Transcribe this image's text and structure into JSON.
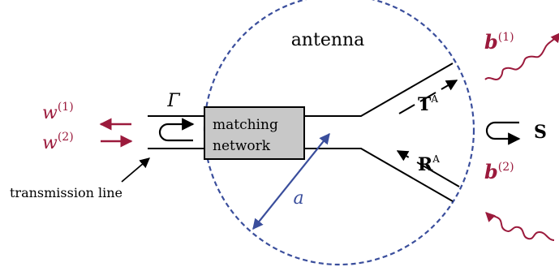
{
  "labels": {
    "antenna": "antenna",
    "gamma": "Γ",
    "matching_line1": "matching",
    "matching_line2": "network",
    "transmission_line": "transmission line",
    "radius": "a",
    "T": "T",
    "T_sup": "A",
    "R": "R",
    "R_sup": "A",
    "S": "S",
    "w1_base": "w",
    "w1_sup": "(1)",
    "w2_base": "w",
    "w2_sup": "(2)",
    "b1_base": "b",
    "b1_sup": "(1)",
    "b2_base": "b",
    "b2_sup": "(2)"
  },
  "colors": {
    "ink": "#000000",
    "wave": "#9b1a3c",
    "circle": "#3a4e9c",
    "box_fill": "#c8c8c8"
  }
}
